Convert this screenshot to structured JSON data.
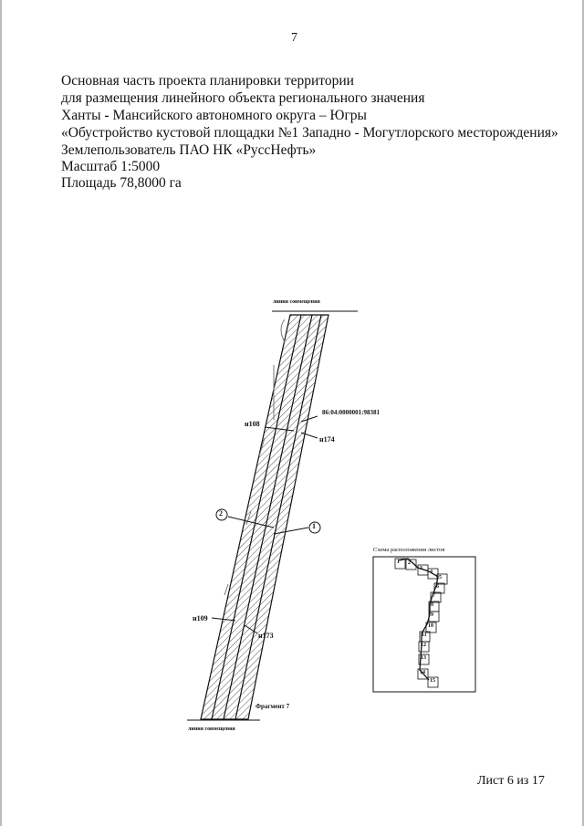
{
  "page_number": "7",
  "header_lines": [
    "Основная часть проекта планировки территории",
    "для размещения линейного объекта  регионального значения",
    " Ханты - Мансийского автономного  округа – Югры",
    "«Обустройство кустовой площадки №1 Западно - Могутлорского месторождения»",
    "Землепользователь  ПАО НК «РуссНефть»",
    "Масштаб 1:5000",
    "Площадь 78,8000 га"
  ],
  "map": {
    "top_line_label": "линия совмещения",
    "bottom_line_label": "линия совмещения",
    "cadastral_number": "86:04:0000001:98381",
    "points": [
      "н108",
      "н174",
      "н109",
      "н173"
    ],
    "callouts": [
      "2",
      "1"
    ],
    "fragment_label": "Фрагмент 7"
  },
  "inset": {
    "title": "Схема расположения листов",
    "sheets": [
      "1",
      "2",
      "3",
      "4",
      "5",
      "6",
      "7",
      "8",
      "9",
      "10",
      "11",
      "12",
      "13",
      "14",
      "15"
    ]
  },
  "footer": "Лист 6 из 17"
}
